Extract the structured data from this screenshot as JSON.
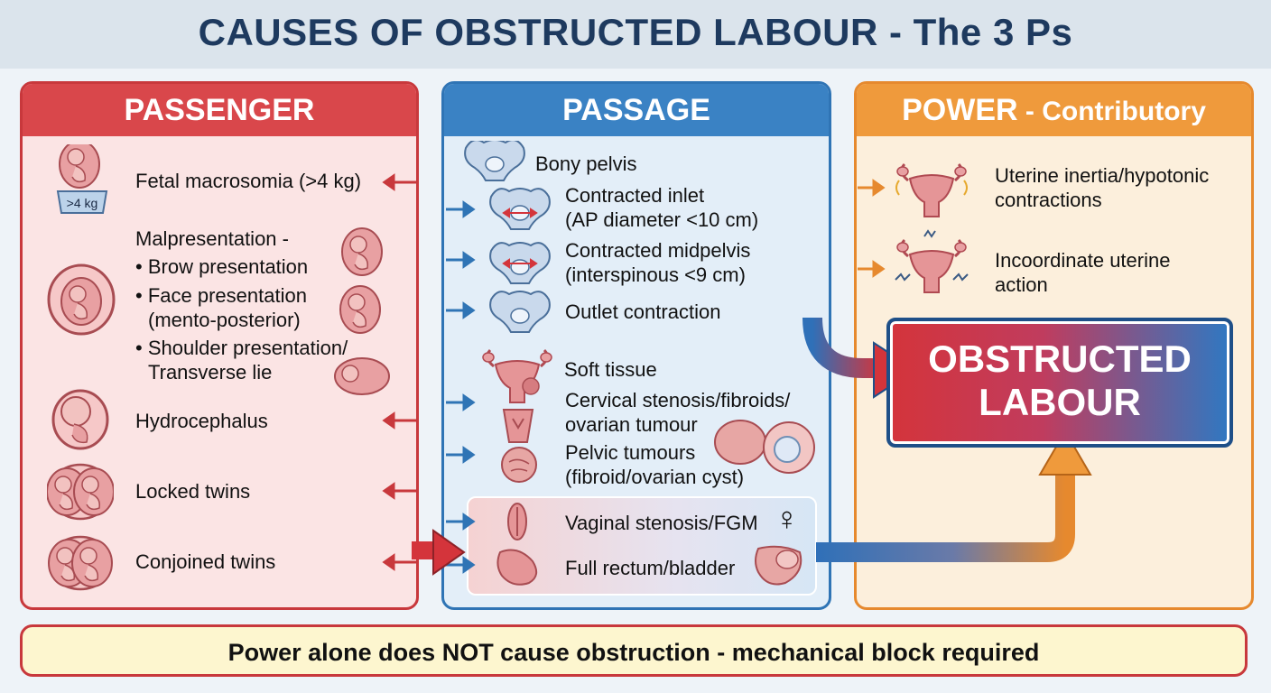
{
  "title": "CAUSES OF OBSTRUCTED LABOUR - The 3 Ps",
  "passenger": {
    "header": "PASSENGER",
    "scale_label": ">4 kg",
    "macrosomia": "Fetal macrosomia (>4 kg)",
    "malpresentation": "Malpresentation -",
    "brow": "Brow presentation",
    "face": "Face presentation",
    "face_sub": "(mento-posterior)",
    "shoulder": "Shoulder presentation/",
    "shoulder_sub": "Transverse lie",
    "hydrocephalus": "Hydrocephalus",
    "locked": "Locked twins",
    "conjoined": "Conjoined twins"
  },
  "passage": {
    "header": "PASSAGE",
    "bony": "Bony pelvis",
    "inlet": "Contracted inlet",
    "inlet_sub": "(AP diameter <10 cm)",
    "midpelvis": "Contracted midpelvis",
    "midpelvis_sub": "(interspinous <9 cm)",
    "outlet": "Outlet contraction",
    "soft": "Soft tissue",
    "cervical": "Cervical stenosis/fibroids/",
    "cervical_sub": "ovarian tumour",
    "pelvic": "Pelvic tumours",
    "pelvic_sub": "(fibroid/ovarian cyst)",
    "vaginal": "Vaginal stenosis/FGM",
    "female_symbol": "♀",
    "rectum": "Full rectum/bladder"
  },
  "power": {
    "header": "POWER",
    "header_sep": " - ",
    "header_sub": "Contributory",
    "inertia": "Uterine inertia/hypotonic",
    "inertia_sub": "contractions",
    "incoordinate": "Incoordinate uterine",
    "incoordinate_sub": "action"
  },
  "result": {
    "line1": "OBSTRUCTED",
    "line2": "LABOUR"
  },
  "footer": "Power alone does NOT cause obstruction - mechanical block required",
  "colors": {
    "passenger": "#d9474b",
    "passage": "#3a82c4",
    "power": "#ef9a3c",
    "title": "#1e3a5f"
  }
}
